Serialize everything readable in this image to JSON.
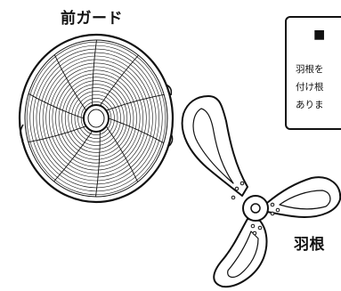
{
  "labels": {
    "front_guard": "前ガード",
    "blade": "羽根"
  },
  "note": {
    "marker": "■",
    "lines": [
      "羽根を",
      "付け根",
      "ありま"
    ]
  }
}
